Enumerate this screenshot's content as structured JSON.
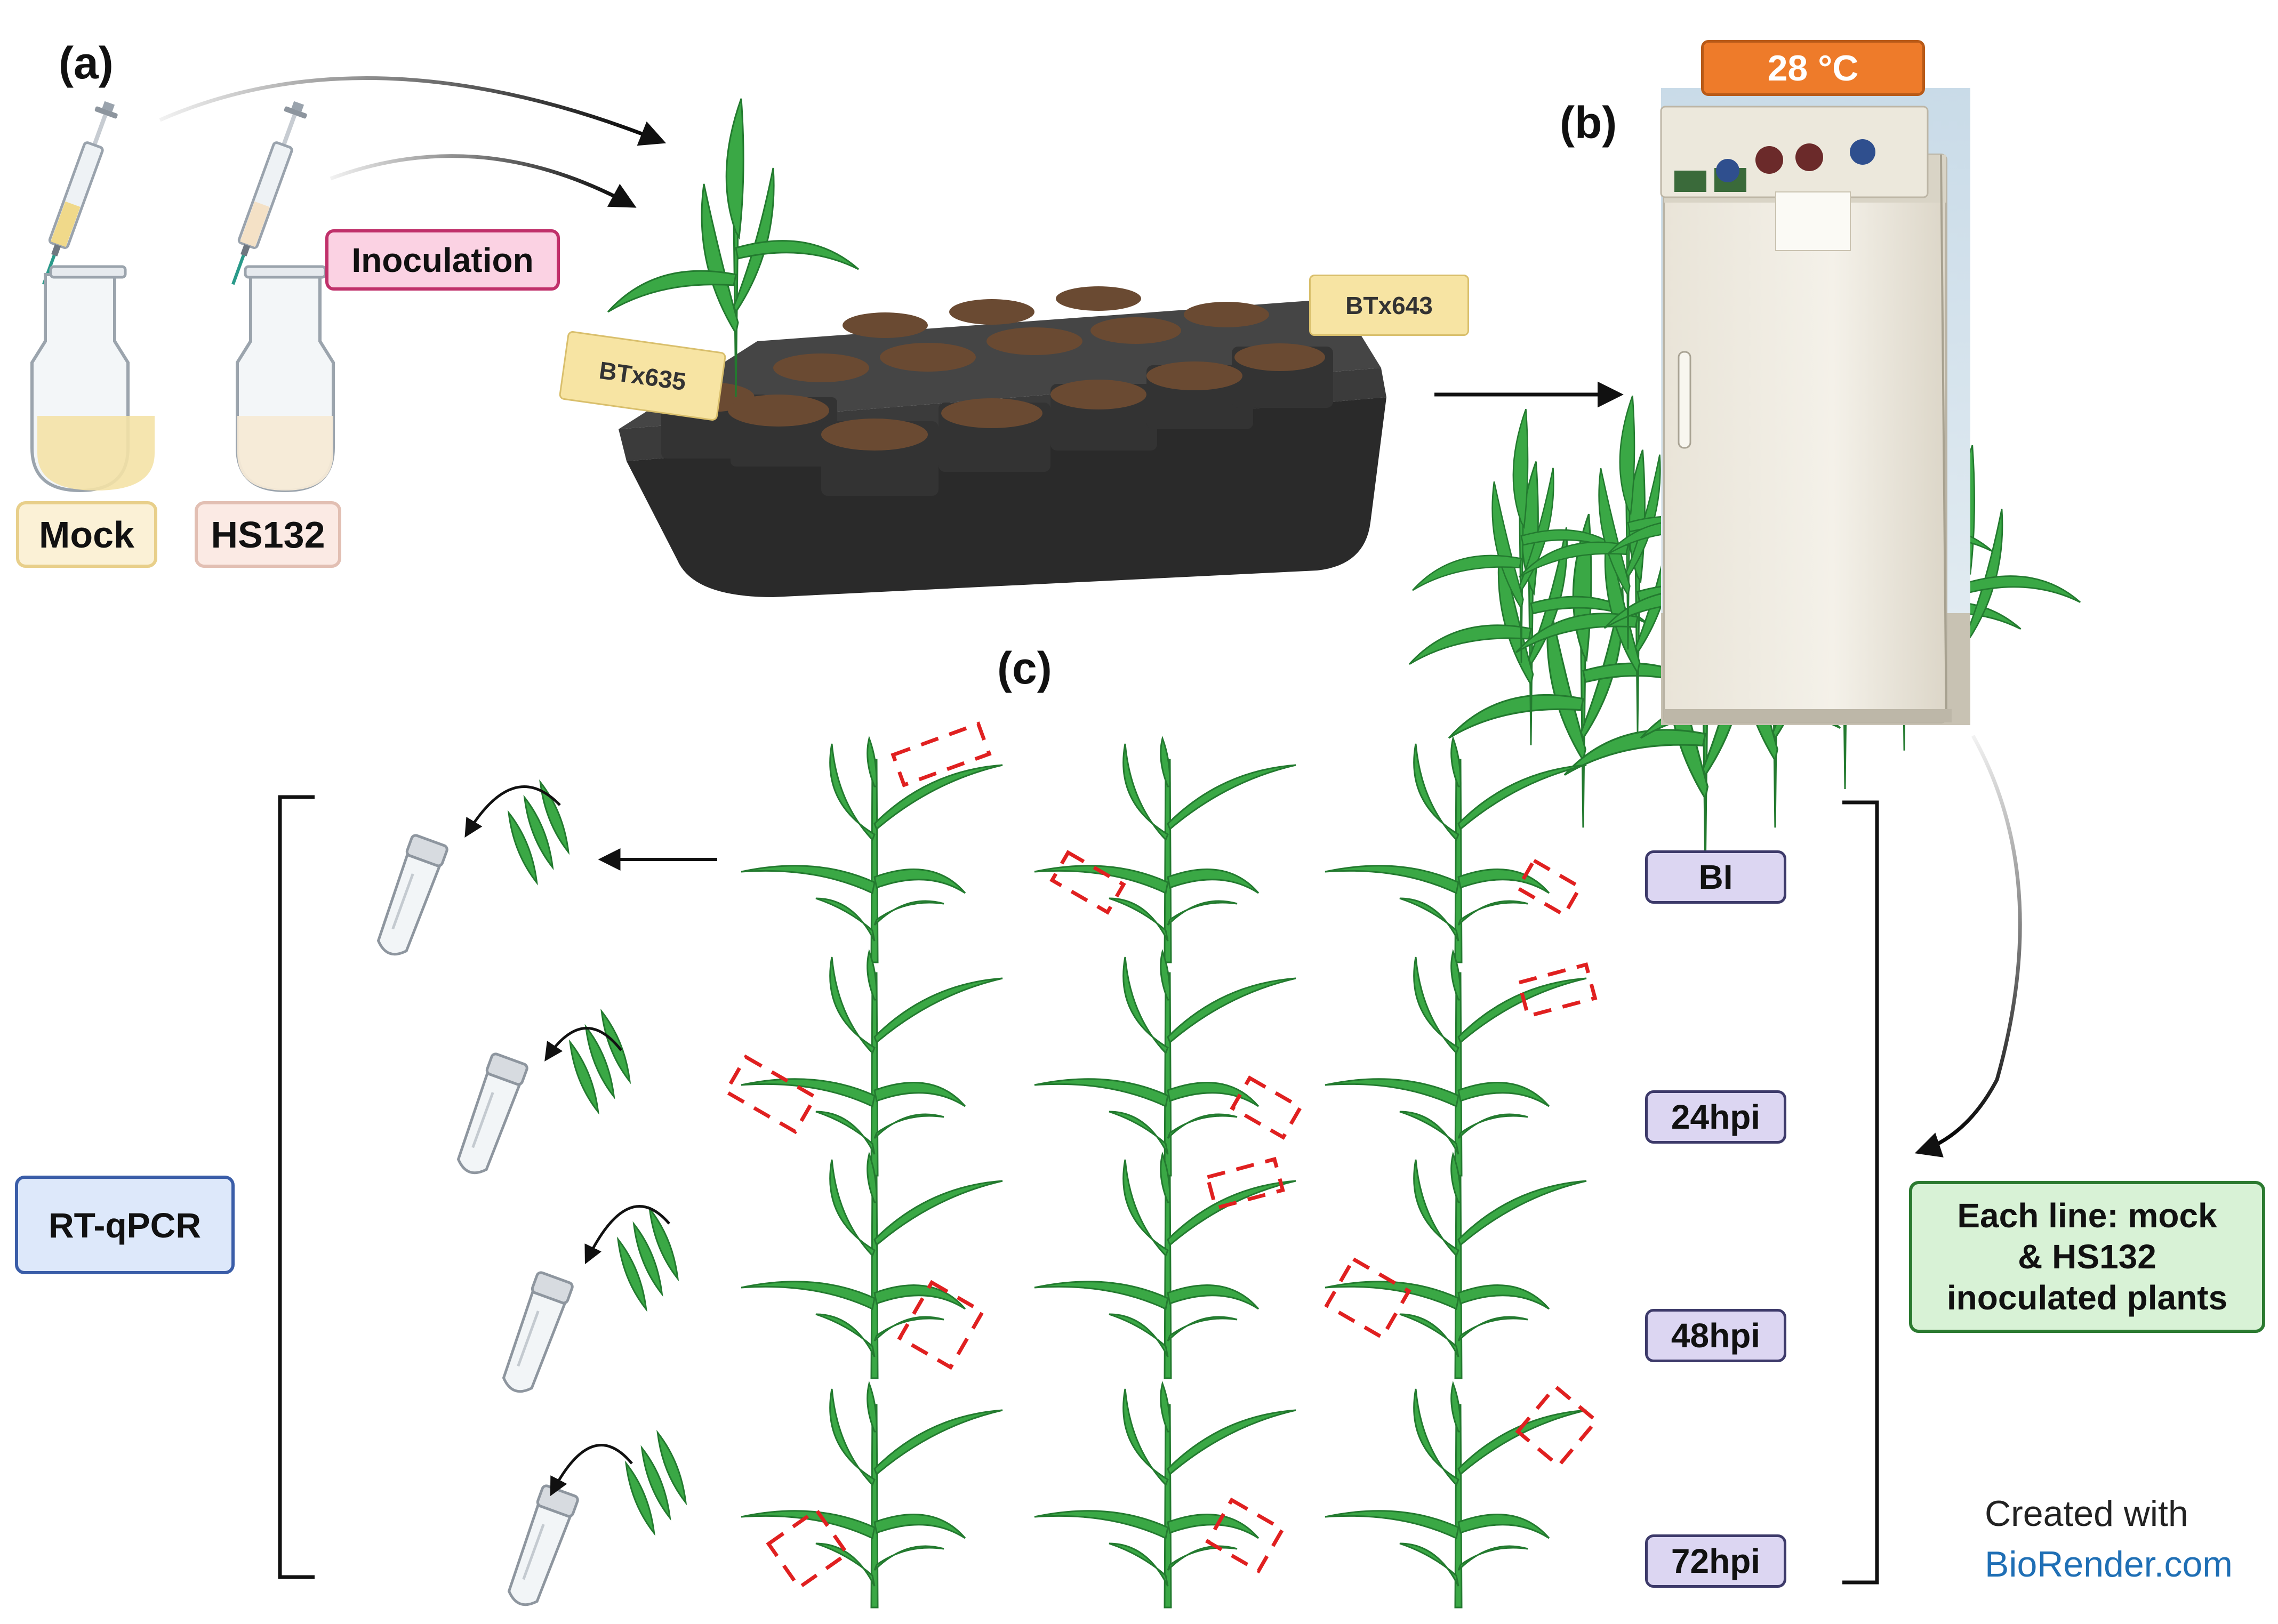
{
  "panels": {
    "a": "(a)",
    "b": "(b)",
    "c": "(c)"
  },
  "flasks": {
    "mock": "Mock",
    "hs132": "HS132"
  },
  "inoculation_label": "Inoculation",
  "tray_tags": {
    "left": "BTx635",
    "right": "BTx643"
  },
  "incubator_temp": "28 °C",
  "timepoints": [
    "BI",
    "24hpi",
    "48hpi",
    "72hpi"
  ],
  "rtqpcr_label": "RT-qPCR",
  "each_line_label": [
    "Each line: mock",
    "& HS132",
    "inoculated plants"
  ],
  "credit": {
    "line1": "Created with",
    "line2": "BioRender.com"
  },
  "colors": {
    "plant_green": "#3aa845",
    "dark_green": "#237a2f",
    "highlight_red": "#e02020",
    "inoculation_bg": "#fbd2e3",
    "inoculation_border": "#c0306a",
    "temp_bg": "#ee7b2a",
    "timepoint_bg": "#dcd6f2",
    "timepoint_border": "#3d3a6a",
    "rtqpcr_bg": "#dde8fa",
    "rtqpcr_border": "#3a5da8",
    "eachline_bg": "#d8f2d6",
    "eachline_border": "#2b7a30",
    "credit_blue": "#1f6fb5"
  }
}
